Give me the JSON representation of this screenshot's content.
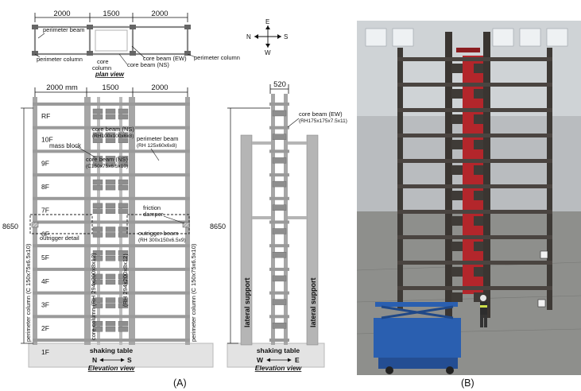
{
  "plan_view": {
    "dims": [
      "2000",
      "1500",
      "2000"
    ],
    "labels": {
      "perimeter_beam": "perimeter beam",
      "perimeter_column_left": "perimeter column",
      "core_column": "core\ncolumn",
      "core_beam_ns": "core beam (NS)",
      "core_beam_ew": "core beam (EW)",
      "perimeter_column_right": "perimeter column"
    },
    "title": "plan view",
    "compass": {
      "n": "N",
      "s": "S",
      "e": "E",
      "w": "W"
    }
  },
  "elevation_ns": {
    "dims": [
      "2000 mm",
      "1500",
      "2000"
    ],
    "floors": [
      "RF",
      "10F",
      "9F",
      "8F",
      "7F",
      "6F",
      "5F",
      "4F",
      "3F",
      "2F",
      "1F"
    ],
    "height": "8650",
    "labels": {
      "core_beam_ns_top": "core beam (NS)",
      "core_beam_ns_top_spec": "(RH100x100x6x8)",
      "mass_block": "mass block",
      "perimeter_beam": "perimeter beam",
      "perimeter_beam_spec": "(RH 125x60x6x8)",
      "core_beam_ns_mid": "core beam (NS)",
      "core_beam_ns_mid_spec": "(C150x75x6.5x10)",
      "friction_damper": "friction\ndamper",
      "outrigger_detail": "outrigger detail",
      "outrigger_beam": "outrigger beam",
      "outrigger_beam_spec": "(RH 300x150x6.5x9)",
      "perimeter_column_left": "perimeter column (C 150x75x6.5x10)",
      "perimeter_column_right": "perimeter column (C 150x75x6.5x10)",
      "core_column": "core column (RH 294x200x8x12)",
      "core_column_2": "(RH 294x200x8x12)",
      "shaking_table": "shaking table",
      "dir_left": "N",
      "dir_right": "S",
      "title": "Elevation view"
    }
  },
  "elevation_ew": {
    "dim": "520",
    "height": "8650",
    "labels": {
      "core_beam_ew": "core beam (EW)",
      "core_beam_ew_spec": "(RH175x175x7.5x11)",
      "lateral_support_left": "lateral support",
      "lateral_support_right": "lateral support",
      "shaking_table": "shaking table",
      "dir_left": "W",
      "dir_right": "E",
      "title": "Elevation view"
    }
  },
  "captions": {
    "a": "(A)",
    "b": "(B)"
  },
  "colors": {
    "steel": "#9a9a9a",
    "ink": "#111111",
    "dim_blue": "#2b4aa8",
    "photo_red": "#b3262b",
    "photo_blue": "#2a5fb0"
  }
}
